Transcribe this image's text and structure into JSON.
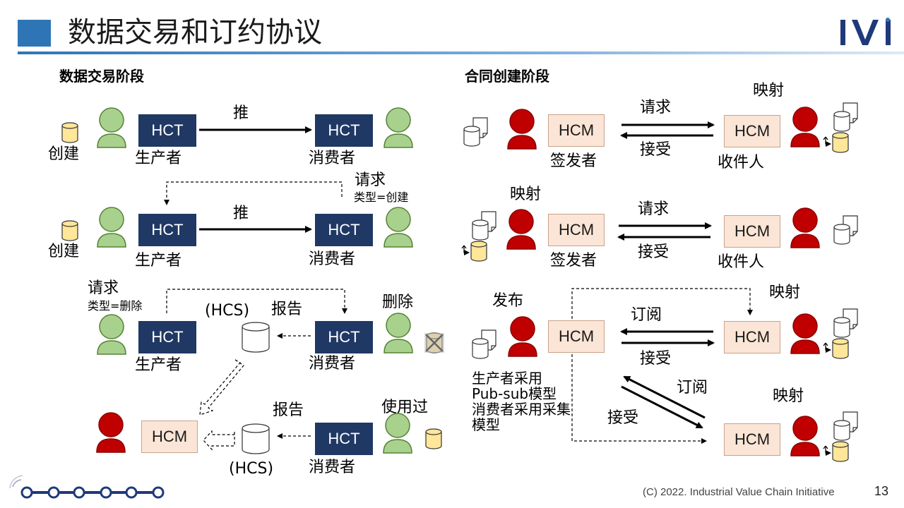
{
  "title": "数据交易和订约协议",
  "footer": "(C) 2022. Industrial Value Chain Initiative",
  "page_number": "13",
  "left": {
    "heading": "数据交易阶段",
    "row1": {
      "create": "创建",
      "hct_a": "HCT",
      "producer": "生产者",
      "push": "推",
      "hct_b": "HCT",
      "consumer": "消费者"
    },
    "row2": {
      "request": "请求",
      "type": "类型=创建",
      "create": "创建",
      "hct_a": "HCT",
      "producer": "生产者",
      "push": "推",
      "hct_b": "HCT",
      "consumer": "消费者"
    },
    "row3": {
      "request": "请求",
      "type": "类型=删除",
      "hcs": "(HCS)",
      "report": "报告",
      "delete": "删除",
      "hct_a": "HCT",
      "producer": "生产者",
      "hct_b": "HCT",
      "consumer": "消费者"
    },
    "row4": {
      "hcm": "HCM",
      "hcs": "(HCS)",
      "report": "报告",
      "used": "使用过",
      "hct": "HCT",
      "consumer": "消费者"
    }
  },
  "right": {
    "heading": "合同创建阶段",
    "row1": {
      "hcm_a": "HCM",
      "issuer": "签发者",
      "request": "请求",
      "accept": "接受",
      "map": "映射",
      "hcm_b": "HCM",
      "recipient": "收件人"
    },
    "row2": {
      "map": "映射",
      "hcm_a": "HCM",
      "issuer": "签发者",
      "request": "请求",
      "accept": "接受",
      "hcm_b": "HCM",
      "recipient": "收件人"
    },
    "row3": {
      "publish": "发布",
      "hcm_a": "HCM",
      "subscribe": "订阅",
      "accept": "接受",
      "map": "映射",
      "hcm_b": "HCM"
    },
    "row4": {
      "note1": "生产者采用",
      "note2": "Pub-sub模型",
      "note3": "消费者采用采集",
      "note4": "模型",
      "subscribe": "订阅",
      "accept": "接受",
      "map": "映射",
      "hcm": "HCM"
    }
  },
  "colors": {
    "hct": "#203864",
    "hcm": "#fbe5d6",
    "person_green": "#a9d18e",
    "person_red": "#c00000",
    "cylinder_yellow": "#ffe699",
    "accent": "#2e75b6"
  }
}
